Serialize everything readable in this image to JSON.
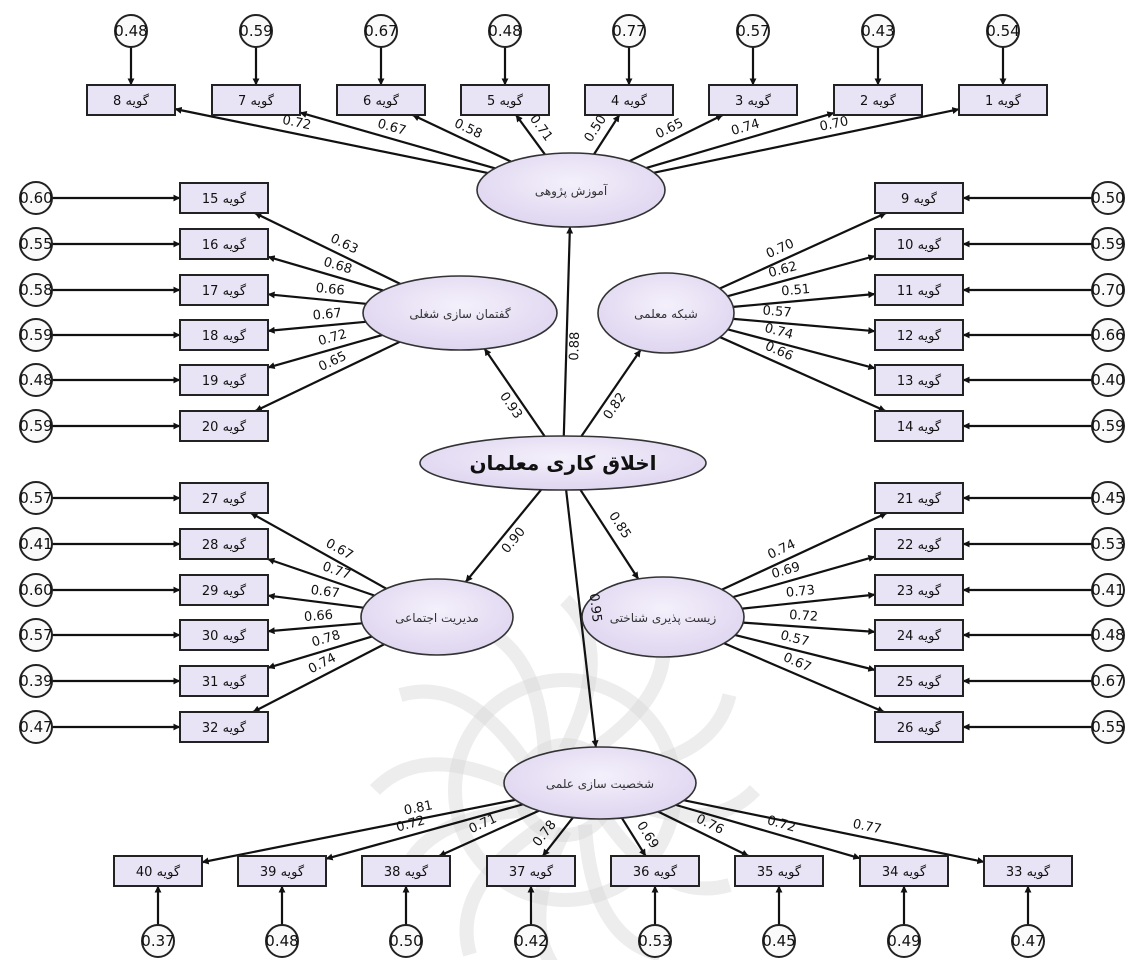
{
  "central": {
    "name": "اخلاق کاری معلمان"
  },
  "factors": [
    {
      "id": "F1",
      "name": "آموزش پژوهی",
      "loading": "0.88",
      "items": [
        {
          "label": "گویه 8",
          "error": "0.48",
          "loading": "0.72"
        },
        {
          "label": "گویه 7",
          "error": "0.59",
          "loading": "0.67"
        },
        {
          "label": "گویه 6",
          "error": "0.67",
          "loading": "0.58"
        },
        {
          "label": "گویه 5",
          "error": "0.48",
          "loading": "0.71"
        },
        {
          "label": "گویه 4",
          "error": "0.77",
          "loading": "0.50"
        },
        {
          "label": "گویه 3",
          "error": "0.57",
          "loading": "0.65"
        },
        {
          "label": "گویه 2",
          "error": "0.43",
          "loading": "0.74"
        },
        {
          "label": "گویه 1",
          "error": "0.54",
          "loading": "0.70"
        }
      ]
    },
    {
      "id": "F2",
      "name": "شبکه معلمی",
      "loading": "0.82",
      "items": [
        {
          "label": "گویه 9",
          "error": "0.50",
          "loading": "0.70"
        },
        {
          "label": "گویه 10",
          "error": "0.59",
          "loading": "0.62"
        },
        {
          "label": "گویه 11",
          "error": "0.70",
          "loading": "0.51"
        },
        {
          "label": "گویه 12",
          "error": "0.66",
          "loading": "0.57"
        },
        {
          "label": "گویه 13",
          "error": "0.40",
          "loading": "0.74"
        },
        {
          "label": "گویه 14",
          "error": "0.59",
          "loading": "0.66"
        }
      ]
    },
    {
      "id": "F3",
      "name": "گفتمان سازی شغلی",
      "loading": "0.93",
      "items": [
        {
          "label": "گویه 15",
          "error": "0.60",
          "loading": "0.63"
        },
        {
          "label": "گویه 16",
          "error": "0.55",
          "loading": "0.68"
        },
        {
          "label": "گویه 17",
          "error": "0.58",
          "loading": "0.66"
        },
        {
          "label": "گویه 18",
          "error": "0.59",
          "loading": "0.67"
        },
        {
          "label": "گویه 19",
          "error": "0.48",
          "loading": "0.72"
        },
        {
          "label": "گویه 20",
          "error": "0.59",
          "loading": "0.65"
        }
      ]
    },
    {
      "id": "F4",
      "name": "زیست پذیری شناختی",
      "loading": "0.85",
      "items": [
        {
          "label": "گویه 21",
          "error": "0.45",
          "loading": "0.74"
        },
        {
          "label": "گویه 22",
          "error": "0.53",
          "loading": "0.69"
        },
        {
          "label": "گویه 23",
          "error": "0.41",
          "loading": "0.73"
        },
        {
          "label": "گویه 24",
          "error": "0.48",
          "loading": "0.72"
        },
        {
          "label": "گویه 25",
          "error": "0.67",
          "loading": "0.57"
        },
        {
          "label": "گویه 26",
          "error": "0.55",
          "loading": "0.67"
        }
      ]
    },
    {
      "id": "F5",
      "name": "مدیریت اجتماعی",
      "loading": "0.90",
      "items": [
        {
          "label": "گویه 27",
          "error": "0.57",
          "loading": "0.67"
        },
        {
          "label": "گویه 28",
          "error": "0.41",
          "loading": "0.77"
        },
        {
          "label": "گویه 29",
          "error": "0.60",
          "loading": "0.67"
        },
        {
          "label": "گویه 30",
          "error": "0.57",
          "loading": "0.66"
        },
        {
          "label": "گویه 31",
          "error": "0.39",
          "loading": "0.78"
        },
        {
          "label": "گویه 32",
          "error": "0.47",
          "loading": "0.74"
        }
      ]
    },
    {
      "id": "F6",
      "name": "شخصیت سازی علمی",
      "loading": "0.95",
      "items": [
        {
          "label": "گویه 40",
          "error": "0.37",
          "loading": "0.81"
        },
        {
          "label": "گویه 39",
          "error": "0.48",
          "loading": "0.72"
        },
        {
          "label": "گویه 38",
          "error": "0.50",
          "loading": "0.71"
        },
        {
          "label": "گویه 37",
          "error": "0.42",
          "loading": "0.78"
        },
        {
          "label": "گویه 36",
          "error": "0.53",
          "loading": "0.69"
        },
        {
          "label": "گویه 35",
          "error": "0.45",
          "loading": "0.76"
        },
        {
          "label": "گویه 34",
          "error": "0.49",
          "loading": "0.72"
        },
        {
          "label": "گویه 33",
          "error": "0.47",
          "loading": "0.77"
        }
      ]
    }
  ]
}
